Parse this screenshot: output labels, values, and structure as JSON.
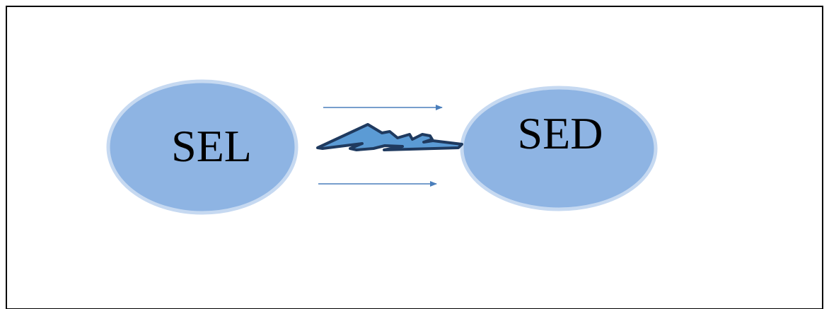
{
  "diagram": {
    "nodes": [
      {
        "id": "sel",
        "label": "SEL"
      },
      {
        "id": "sed",
        "label": "SED"
      }
    ],
    "connections": [
      {
        "from": "sel",
        "to": "sed",
        "style": "arrow"
      },
      {
        "from": "sel",
        "to": "sed",
        "style": "lightning-bolt"
      },
      {
        "from": "sel",
        "to": "sed",
        "style": "arrow"
      }
    ]
  },
  "colors": {
    "node_fill": "#8eb4e3",
    "node_stroke": "#c6d9f1",
    "arrow": "#4a7ebb",
    "bolt_fill": "#5b9bd5",
    "bolt_stroke": "#1f3a5f",
    "frame": "#000000"
  }
}
